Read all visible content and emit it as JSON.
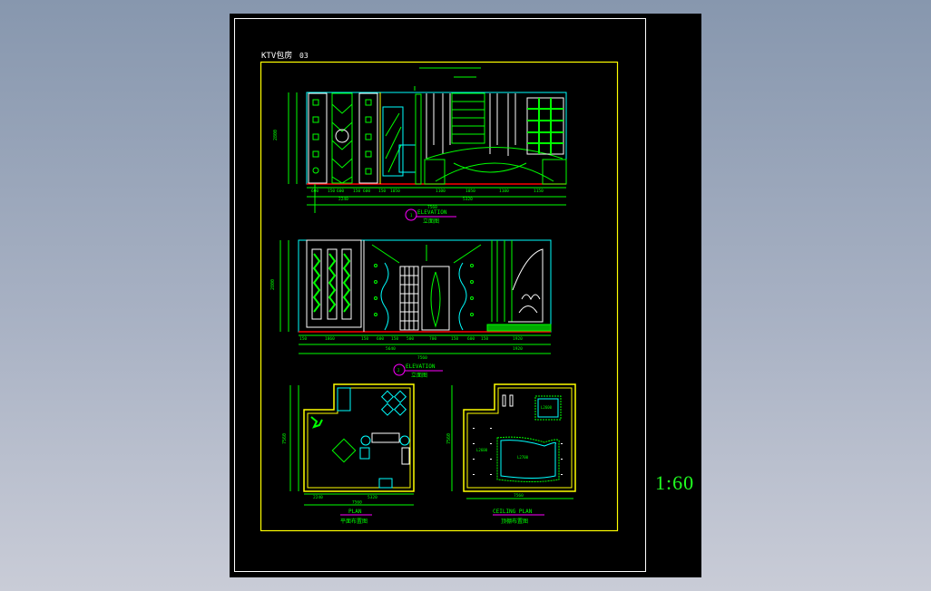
{
  "sheet": {
    "title": "KTV包房",
    "sheet_no": "03",
    "scale": "1:60"
  },
  "elevation_a": {
    "marker": "1",
    "label_en": "ELEVATION",
    "label_cn": "立面图",
    "height_dim": "2800",
    "dims_row1": [
      "600",
      "150",
      "600",
      "150",
      "600",
      "150",
      "1050",
      "1100",
      "1050",
      "1100",
      "1150"
    ],
    "dims_row2": [
      "2240",
      "5320"
    ],
    "dim_total": "7560"
  },
  "elevation_b": {
    "marker": "2",
    "label_en": "ELEVATION",
    "label_cn": "立面图",
    "height_dim": "2800",
    "dims_row1": [
      "150",
      "1860",
      "150",
      "600",
      "150",
      "500",
      "700",
      "150",
      "600",
      "150",
      "1920"
    ],
    "dims_row2": [
      "5640",
      "1920"
    ],
    "dim_total": "7560"
  },
  "plan": {
    "label_en": "PLAN",
    "label_cn": "平面布置图",
    "dims": [
      "2240",
      "5320"
    ],
    "dim_total": "7560",
    "height_dim": "7560"
  },
  "ceiling_plan": {
    "label_en": "CEILING PLAN",
    "label_cn": "顶棚布置图",
    "dim_total": "7560",
    "height_dim": "7560",
    "levels": [
      "L2600",
      "L2700",
      "L2600"
    ]
  },
  "colors": {
    "background": "#000000",
    "frame": "#ffffff",
    "border": "#ffff00",
    "lines": "#00ff00",
    "accent": "#00ffff",
    "marker": "#ff00ff",
    "floor": "#ff0000"
  }
}
